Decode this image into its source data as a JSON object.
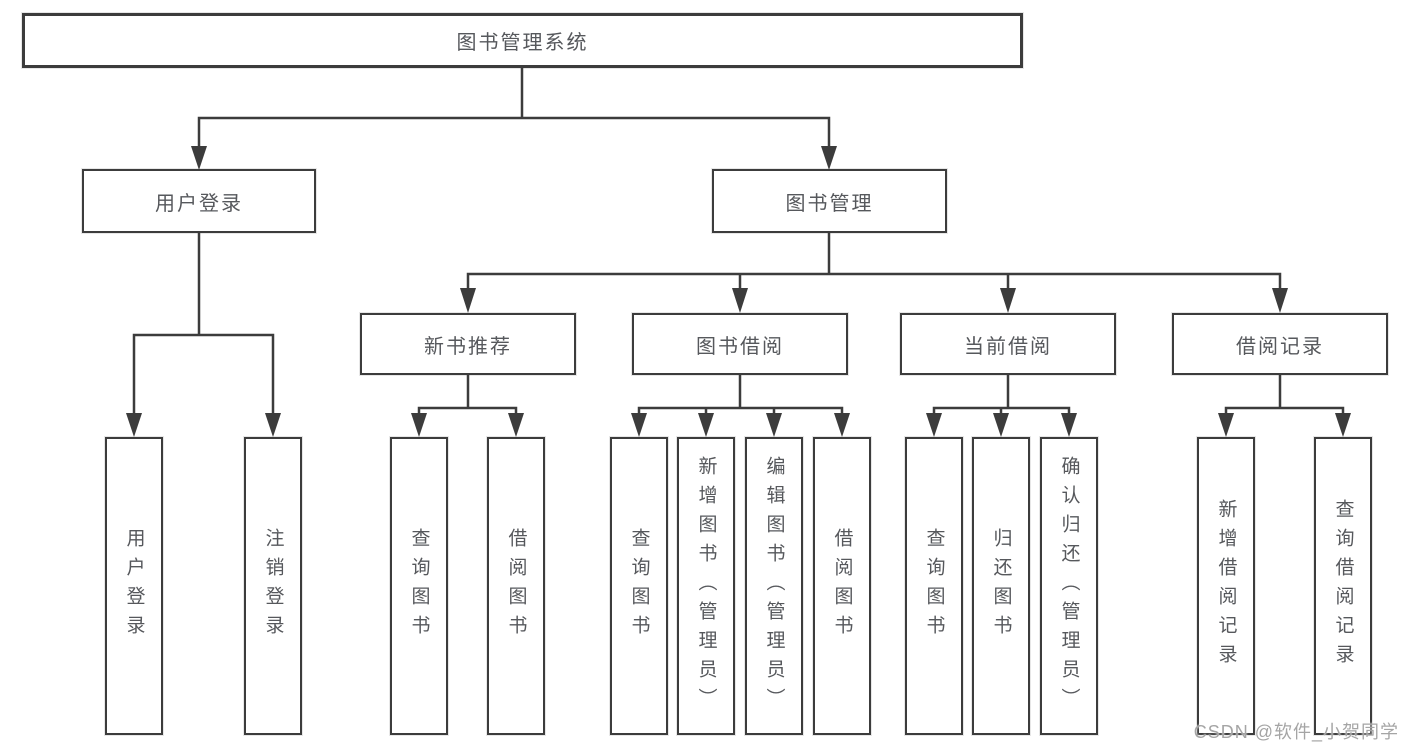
{
  "diagram": {
    "root": {
      "label": "图书管理系统"
    },
    "level2": [
      {
        "label": "用户登录"
      },
      {
        "label": "图书管理"
      }
    ],
    "level3": [
      {
        "label": "新书推荐"
      },
      {
        "label": "图书借阅"
      },
      {
        "label": "当前借阅"
      },
      {
        "label": "借阅记录"
      }
    ],
    "leaves": [
      {
        "label": "用户登录"
      },
      {
        "label": "注销登录"
      },
      {
        "label": "查询图书"
      },
      {
        "label": "借阅图书"
      },
      {
        "label": "查询图书"
      },
      {
        "label": "新增图书（管理员）"
      },
      {
        "label": "编辑图书（管理员）"
      },
      {
        "label": "借阅图书"
      },
      {
        "label": "查询图书"
      },
      {
        "label": "归还图书"
      },
      {
        "label": "确认归还（管理员）"
      },
      {
        "label": "新增借阅记录"
      },
      {
        "label": "查询借阅记录"
      }
    ]
  },
  "watermark": {
    "text": "CSDN @软件_小贺同学"
  },
  "colors": {
    "line": "#3c3c3c",
    "text": "#56585c",
    "watermark": "#a5a5a5",
    "background": "#ffffff"
  }
}
